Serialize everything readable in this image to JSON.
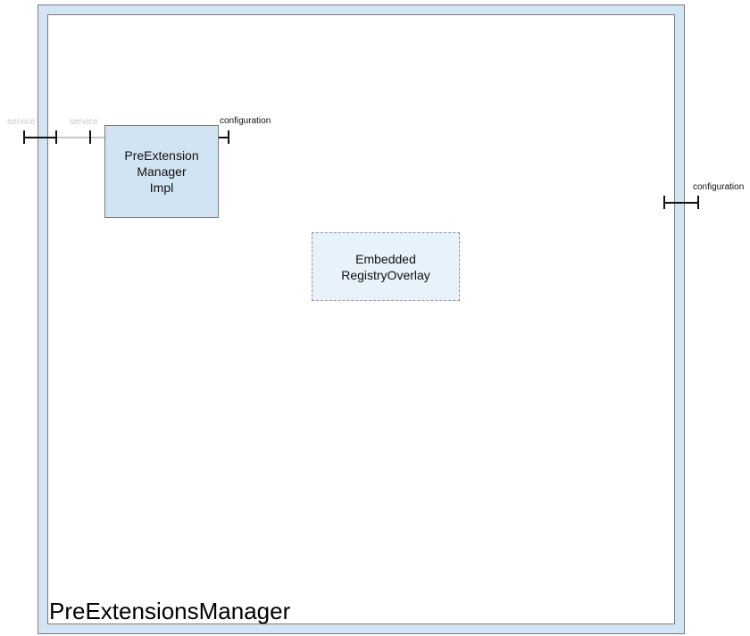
{
  "diagram": {
    "composite": {
      "title": "PreExtensionsManager"
    },
    "components": [
      {
        "name": "PreExtension Manager Impl",
        "lines": [
          "PreExtension",
          "Manager",
          "Impl"
        ]
      },
      {
        "name": "Embedded RegistryOverlay",
        "lines": [
          "Embedded",
          "RegistryOverlay"
        ]
      }
    ],
    "ports": [
      {
        "label": "service"
      },
      {
        "label": "service"
      },
      {
        "label": "configuration"
      },
      {
        "label": "configuration"
      }
    ],
    "colors": {
      "membrane_fill": "#d3e5f3",
      "component_fill": "#d0e4f3",
      "overlay_component_fill": "#e7f2fa",
      "border_gray": "#7c7c7c",
      "muted_label_gray": "#c9c9c9",
      "connector_black": "#111111",
      "connector_gray": "#c8c8c8"
    }
  }
}
